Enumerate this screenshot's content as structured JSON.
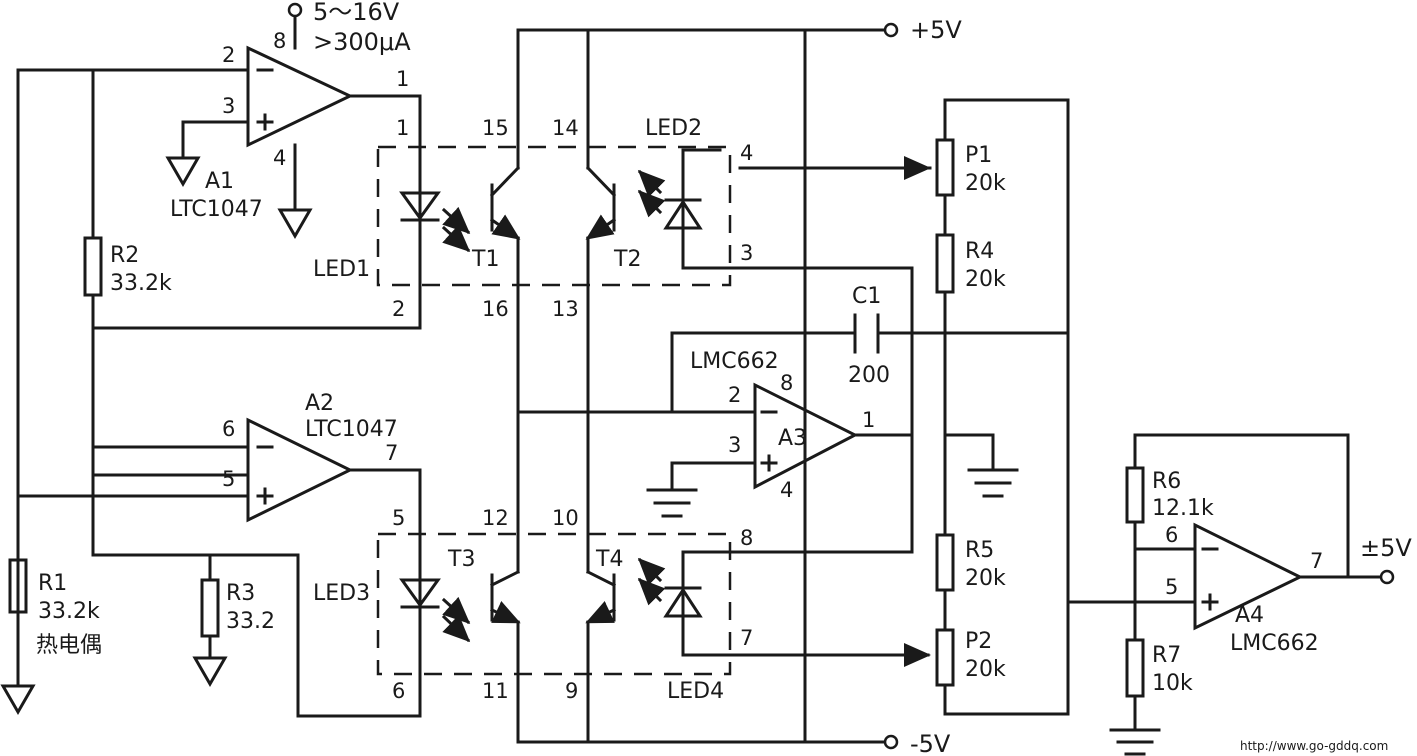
{
  "supply": {
    "a1_supply": "5～16V",
    "a1_current": ">300μA",
    "pos": "+5V",
    "neg": "-5V",
    "out": "±5V"
  },
  "amps": {
    "a1": {
      "ref": "A1",
      "part": "LTC1047"
    },
    "a2": {
      "ref": "A2",
      "part": "LTC1047"
    },
    "a3": {
      "ref": "A3",
      "part": "LMC662"
    },
    "a4": {
      "ref": "A4",
      "part": "LMC662"
    }
  },
  "resistors": {
    "r1": {
      "ref": "R1",
      "value": "33.2k"
    },
    "r2": {
      "ref": "R2",
      "value": "33.2k"
    },
    "r3": {
      "ref": "R3",
      "value": "33.2"
    },
    "r4": {
      "ref": "R4",
      "value": "20k"
    },
    "r5": {
      "ref": "R5",
      "value": "20k"
    },
    "r6": {
      "ref": "R6",
      "value": "12.1k"
    },
    "r7": {
      "ref": "R7",
      "value": "10k"
    },
    "p1": {
      "ref": "P1",
      "value": "20k"
    },
    "p2": {
      "ref": "P2",
      "value": "20k"
    }
  },
  "capacitor": {
    "ref": "C1",
    "value": "200"
  },
  "optos": {
    "led1": "LED1",
    "led2": "LED2",
    "led3": "LED3",
    "led4": "LED4",
    "t1": "T1",
    "t2": "T2",
    "t3": "T3",
    "t4": "T4"
  },
  "thermocouple": "热电偶",
  "pins": {
    "a1_8": "8",
    "a1_2": "2",
    "a1_3": "3",
    "a1_4": "4",
    "a1_1": "1",
    "a2_6": "6",
    "a2_5": "5",
    "a2_7": "7",
    "a3_2": "2",
    "a3_8": "8",
    "a3_3": "3",
    "a3_4": "4",
    "a3_1": "1",
    "a4_6": "6",
    "a4_5": "5",
    "a4_7": "7",
    "u1_1": "1",
    "u1_2": "2",
    "u1_15": "15",
    "u1_16": "16",
    "u1_14": "14",
    "u1_13": "13",
    "u1_4": "4",
    "u1_3": "3",
    "u2_5": "5",
    "u2_6": "6",
    "u2_12": "12",
    "u2_11": "11",
    "u2_10": "10",
    "u2_9": "9",
    "u2_8": "8",
    "u2_7": "7"
  },
  "watermark": "http://www.go-gddq.com"
}
